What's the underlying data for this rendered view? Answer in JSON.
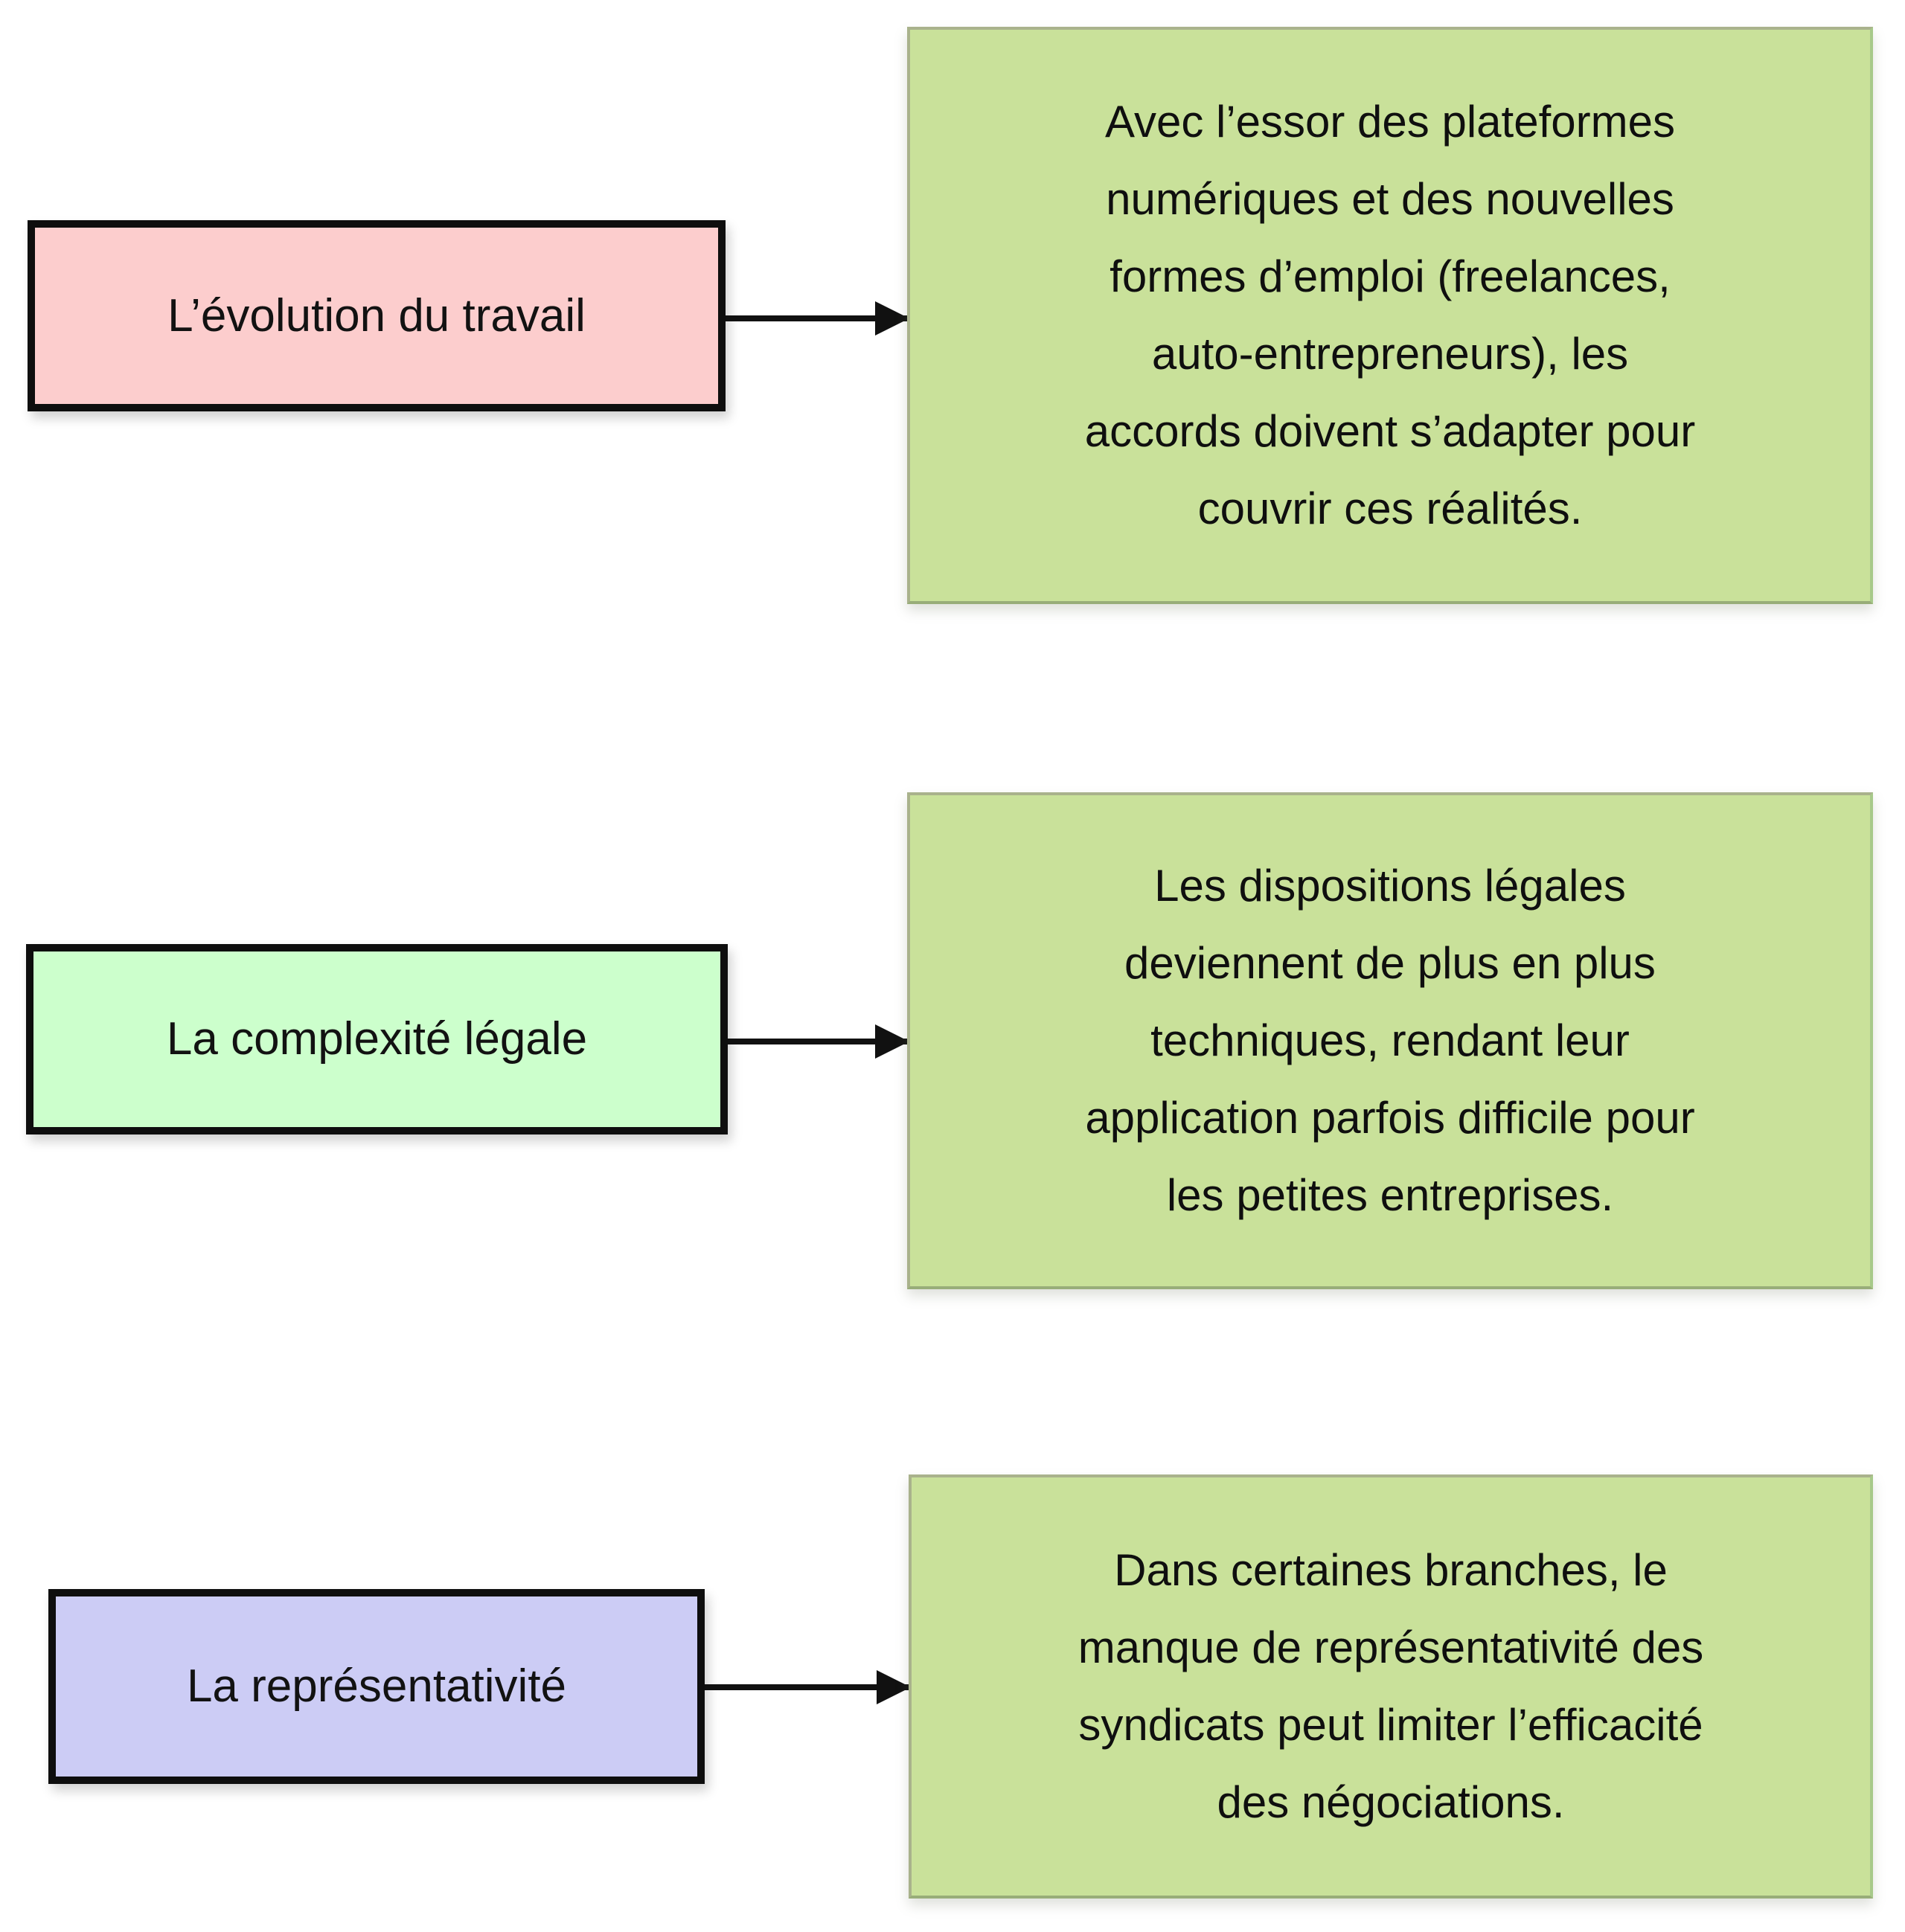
{
  "rows": [
    {
      "label": "L’évolution du travail",
      "label_fill": "#fccdcd",
      "description": "Avec l’essor des plateformes numériques et des nouvelles formes d’emploi (freelances, auto-entrepreneurs), les accords doivent s’adapter pour couvrir ces réalités.",
      "lines": [
        "Avec l’essor des plateformes",
        "numériques et des nouvelles",
        "formes d’emploi (freelances,",
        "auto-entrepreneurs), les",
        "accords doivent s’adapter pour",
        "couvrir ces réalités."
      ]
    },
    {
      "label": "La complexité légale",
      "label_fill": "#ccffcc",
      "description": "Les dispositions légales deviennent de plus en plus techniques, rendant leur application parfois difficile pour les petites entreprises.",
      "lines": [
        "Les dispositions légales",
        "deviennent de plus en plus",
        "techniques, rendant leur",
        "application parfois difficile pour",
        "les petites entreprises."
      ]
    },
    {
      "label": "La représentativité",
      "label_fill": "#ccccf5",
      "description": "Dans certaines branches, le manque de représentativité des syndicats peut limiter l’efficacité des négociations.",
      "lines": [
        "Dans certaines branches, le",
        "manque de représentativité des",
        "syndicats peut limiter l’efficacité",
        "des négociations."
      ]
    }
  ],
  "colors": {
    "description_fill": "#c9e19a",
    "label_border": "#0e0e0e",
    "arrow": "#111111",
    "label_fill_1": "#fccdcd",
    "label_fill_2": "#ccffcc",
    "label_fill_3": "#ccccf5"
  }
}
